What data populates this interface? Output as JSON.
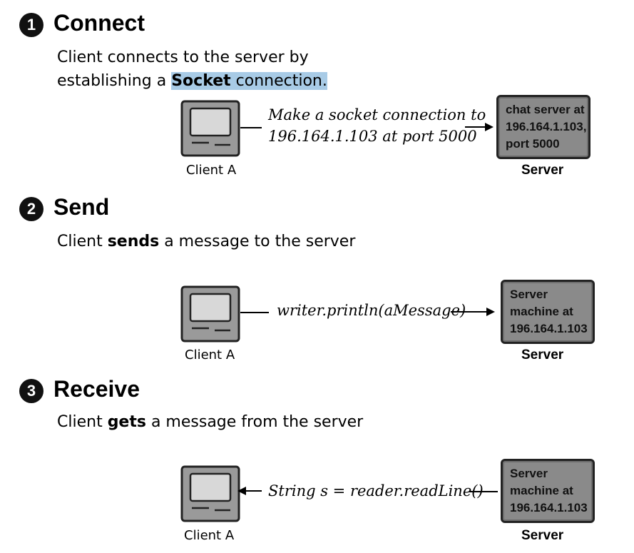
{
  "steps": [
    {
      "number": "1",
      "title": "Connect",
      "desc_line1": "Client connects to the server by",
      "desc_pre": "establishing a ",
      "desc_bold": "Socket",
      "desc_post": " connection.",
      "message_line1": "Make a socket connection to",
      "message_line2": "196.164.1.103 at port 5000",
      "client_label": "Client A",
      "server_text": "chat server at\n196.164.1.103,\nport 5000",
      "server_label": "Server"
    },
    {
      "number": "2",
      "title": "Send",
      "desc_pre": "Client ",
      "desc_bold": "sends",
      "desc_post": " a message to the server",
      "message": "writer.println(aMessage)",
      "client_label": "Client A",
      "server_text": "Server\nmachine at\n196.164.1.103",
      "server_label": "Server"
    },
    {
      "number": "3",
      "title": "Receive",
      "desc_pre": "Client ",
      "desc_bold": "gets",
      "desc_post": " a message from the server",
      "message": "String s = reader.readLine()",
      "client_label": "Client A",
      "server_text": "Server\nmachine at\n196.164.1.103",
      "server_label": "Server"
    }
  ]
}
